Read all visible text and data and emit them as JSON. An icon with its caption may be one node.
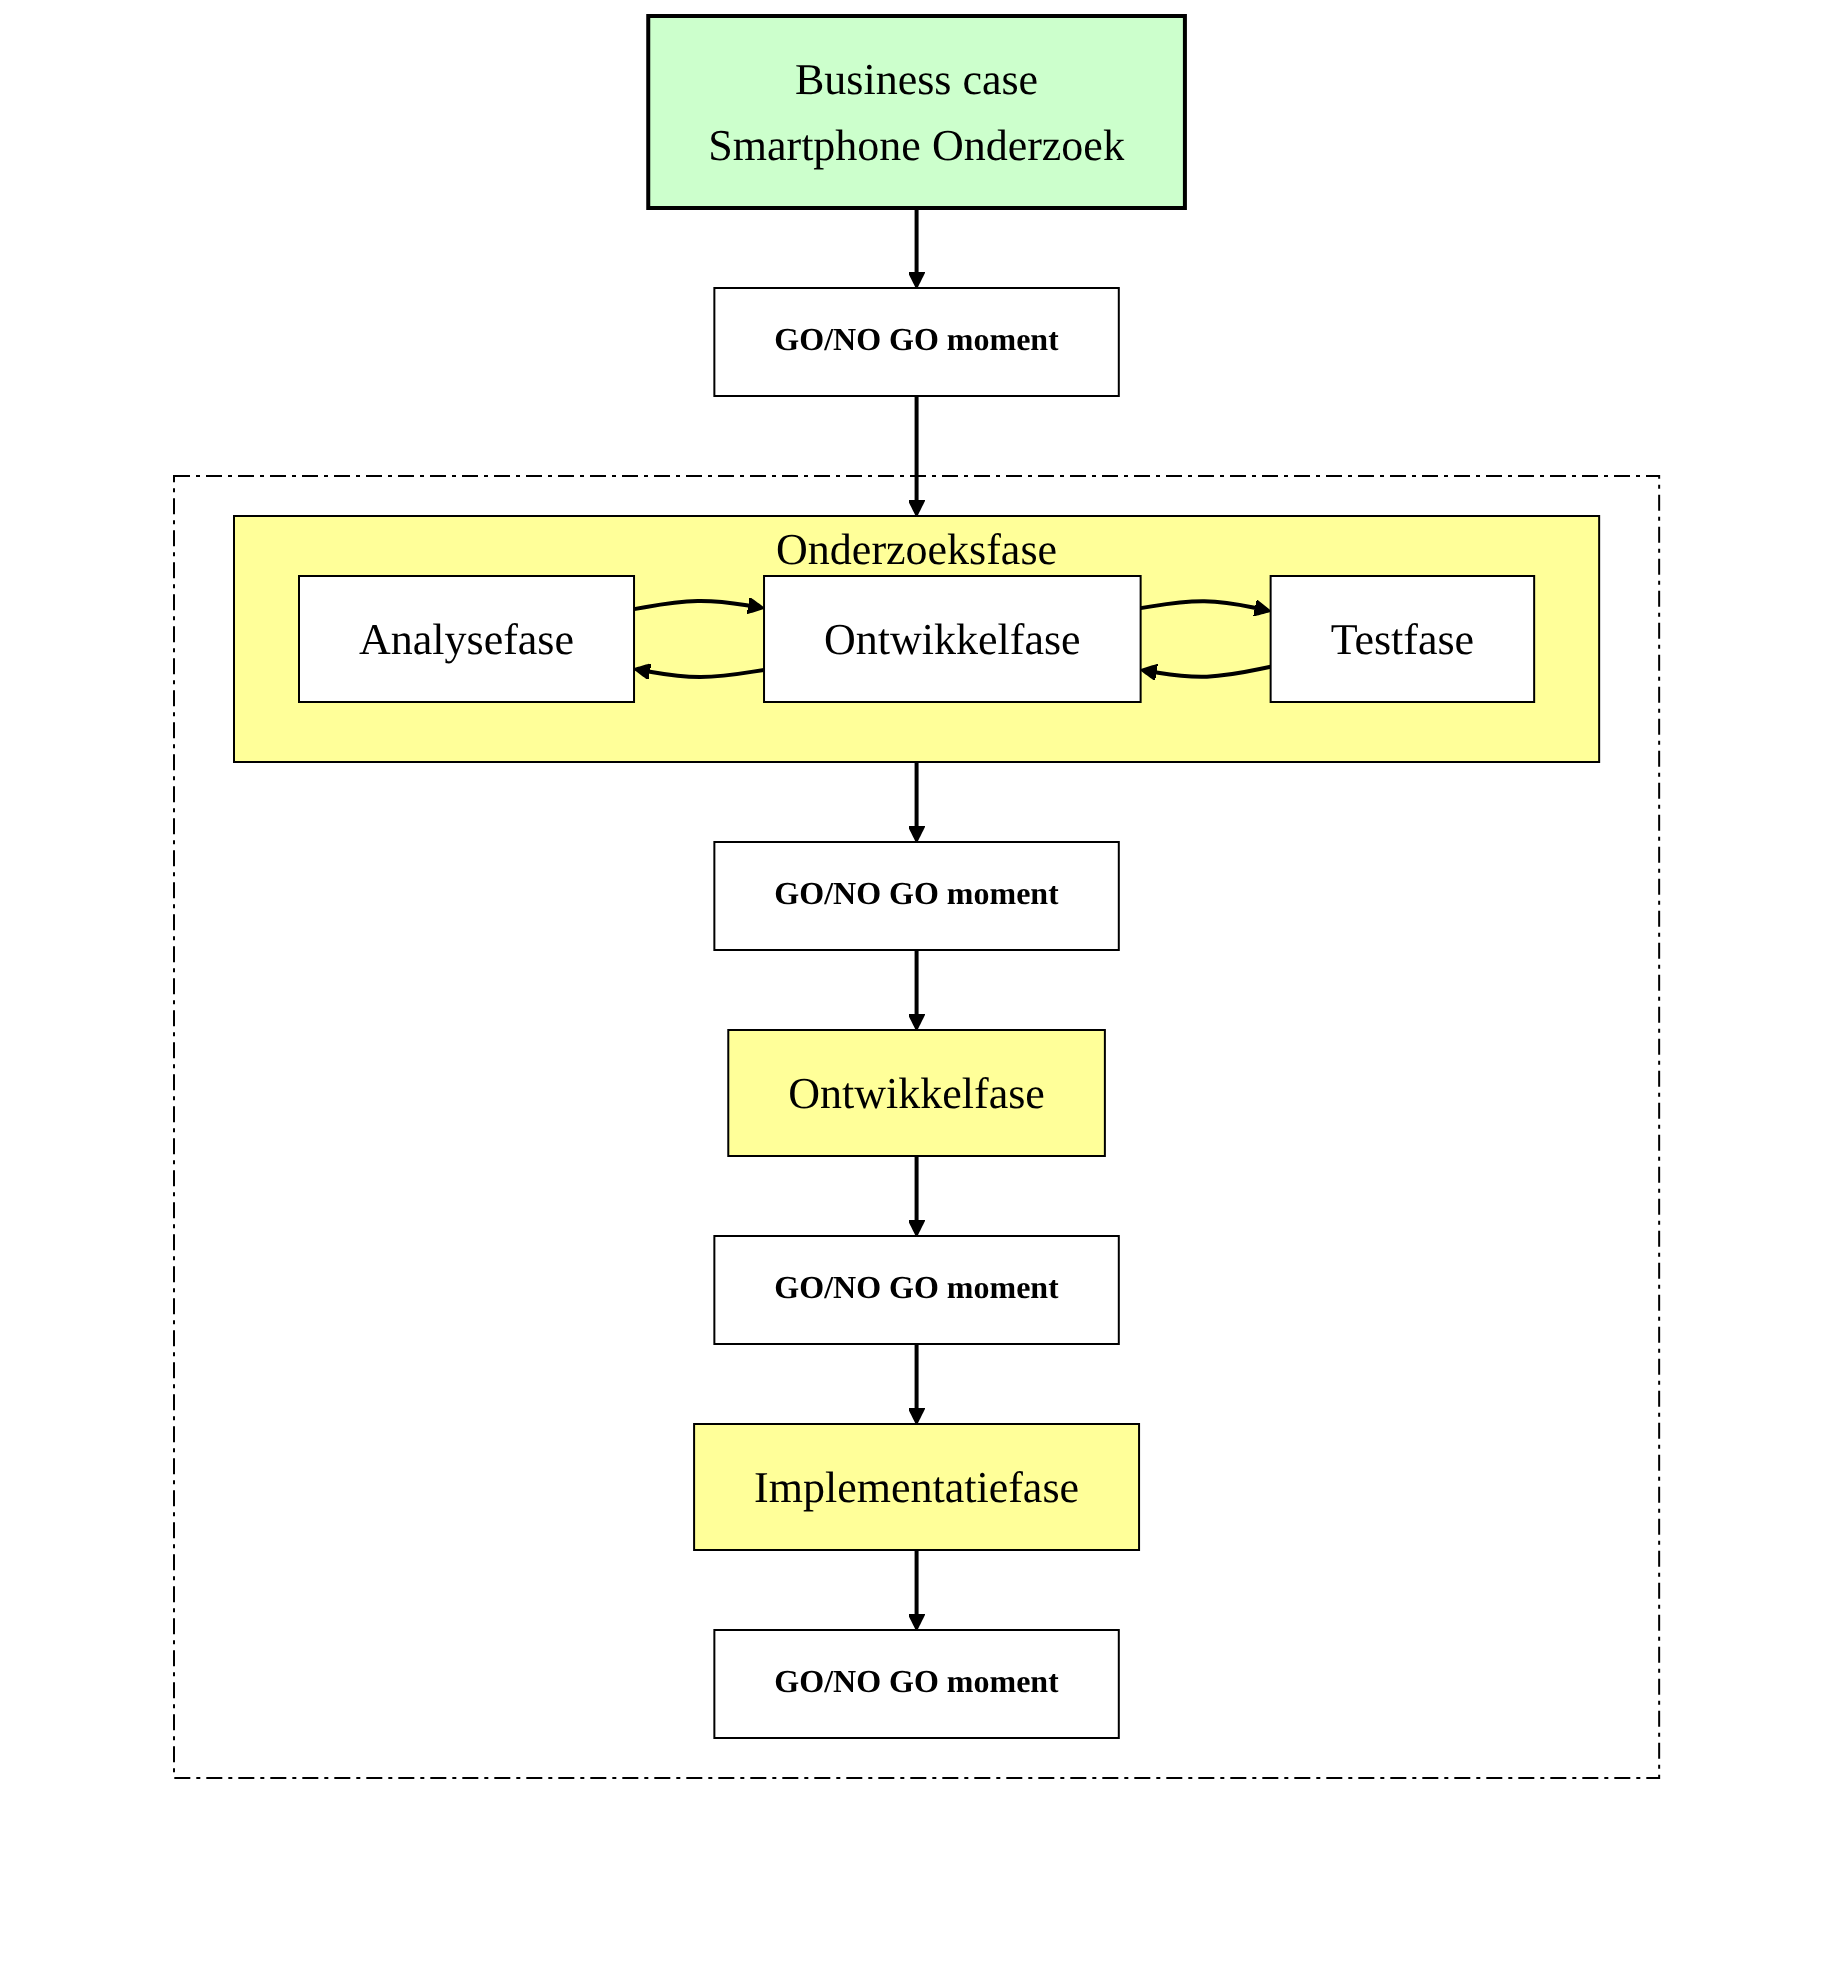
{
  "diagram": {
    "nodes": [
      {
        "text": [
          "Business case",
          "Smartphone Onderzoek"
        ]
      },
      {
        "text": [
          "GO/NO GO moment"
        ]
      },
      {
        "text": [],
        "shape": "box"
      },
      {
        "text": [
          "Onderzoeksfase"
        ],
        "in": 2
      },
      {
        "text": [
          "Analysefase"
        ],
        "in": 3
      },
      {
        "text": [
          "Ontwikkelfase"
        ],
        "in": 3
      },
      {
        "text": [
          "Testfase"
        ],
        "in": 3
      },
      {
        "text": [
          "GO/NO GO moment"
        ],
        "in": 2
      },
      {
        "text": [
          "Ontwikkelfase"
        ],
        "in": 2
      },
      {
        "text": [
          "GO/NO GO moment"
        ],
        "in": 2
      },
      {
        "text": [
          "Implementatiefase"
        ],
        "in": 2
      },
      {
        "text": [
          "GO/NO GO moment"
        ],
        "in": 2
      }
    ],
    "edges": [
      {
        "from": 0,
        "to": 1,
        "arrow": "to"
      },
      {
        "from": 1,
        "to": 3,
        "arrow": "to"
      },
      {
        "from": 5,
        "to": 4,
        "arrow": "to"
      },
      {
        "from": 4,
        "to": 5,
        "arrow": "to"
      },
      {
        "from": 6,
        "to": 5,
        "arrow": "to"
      },
      {
        "from": 5,
        "to": 6,
        "arrow": "to"
      },
      {
        "from": 3,
        "to": 7,
        "arrow": "to"
      },
      {
        "from": 7,
        "to": 8,
        "arrow": "to"
      },
      {
        "from": 8,
        "to": 9,
        "arrow": "to"
      },
      {
        "from": 9,
        "to": 10,
        "arrow": "to"
      },
      {
        "from": 10,
        "to": 11,
        "arrow": "to"
      }
    ]
  }
}
